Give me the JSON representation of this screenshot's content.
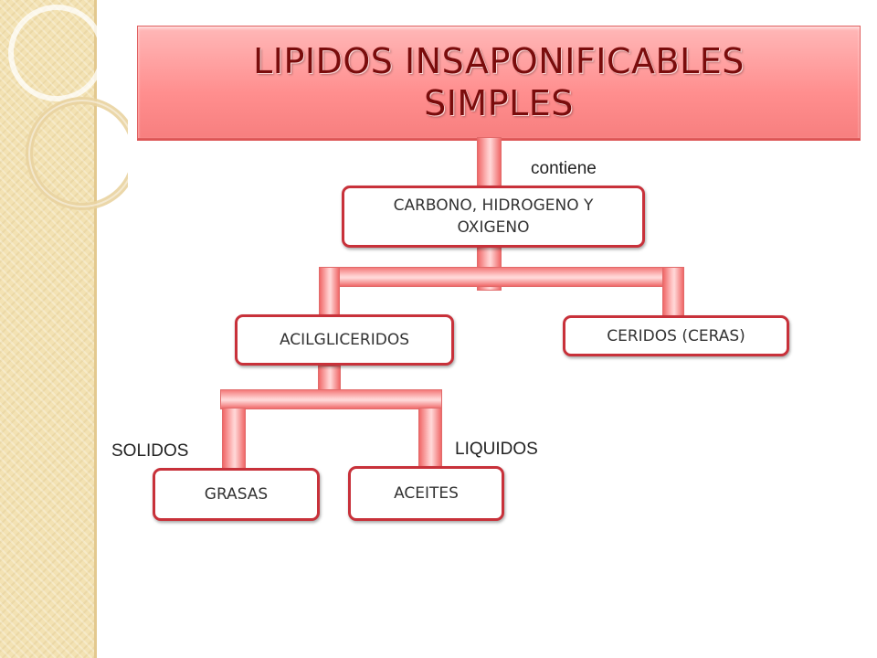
{
  "title": "LIPIDOS INSAPONIFICABLES SIMPLES",
  "edge_labels": {
    "contiene": "contiene",
    "solidos": "SOLIDOS",
    "liquidos": "LIQUIDOS"
  },
  "nodes": {
    "elements": "CARBONO, HIDROGENO Y OXIGENO",
    "acilgliceridos": "ACILGLICERIDOS",
    "ceridos": "CERIDOS (CERAS)",
    "grasas": "GRASAS",
    "aceites": "ACEITES"
  },
  "colors": {
    "title_fill": "#ff9a9a",
    "title_text": "#7a0c0c",
    "node_border": "#c8313a",
    "connector": "#f48080",
    "side_strip": "#f3e2b3"
  }
}
